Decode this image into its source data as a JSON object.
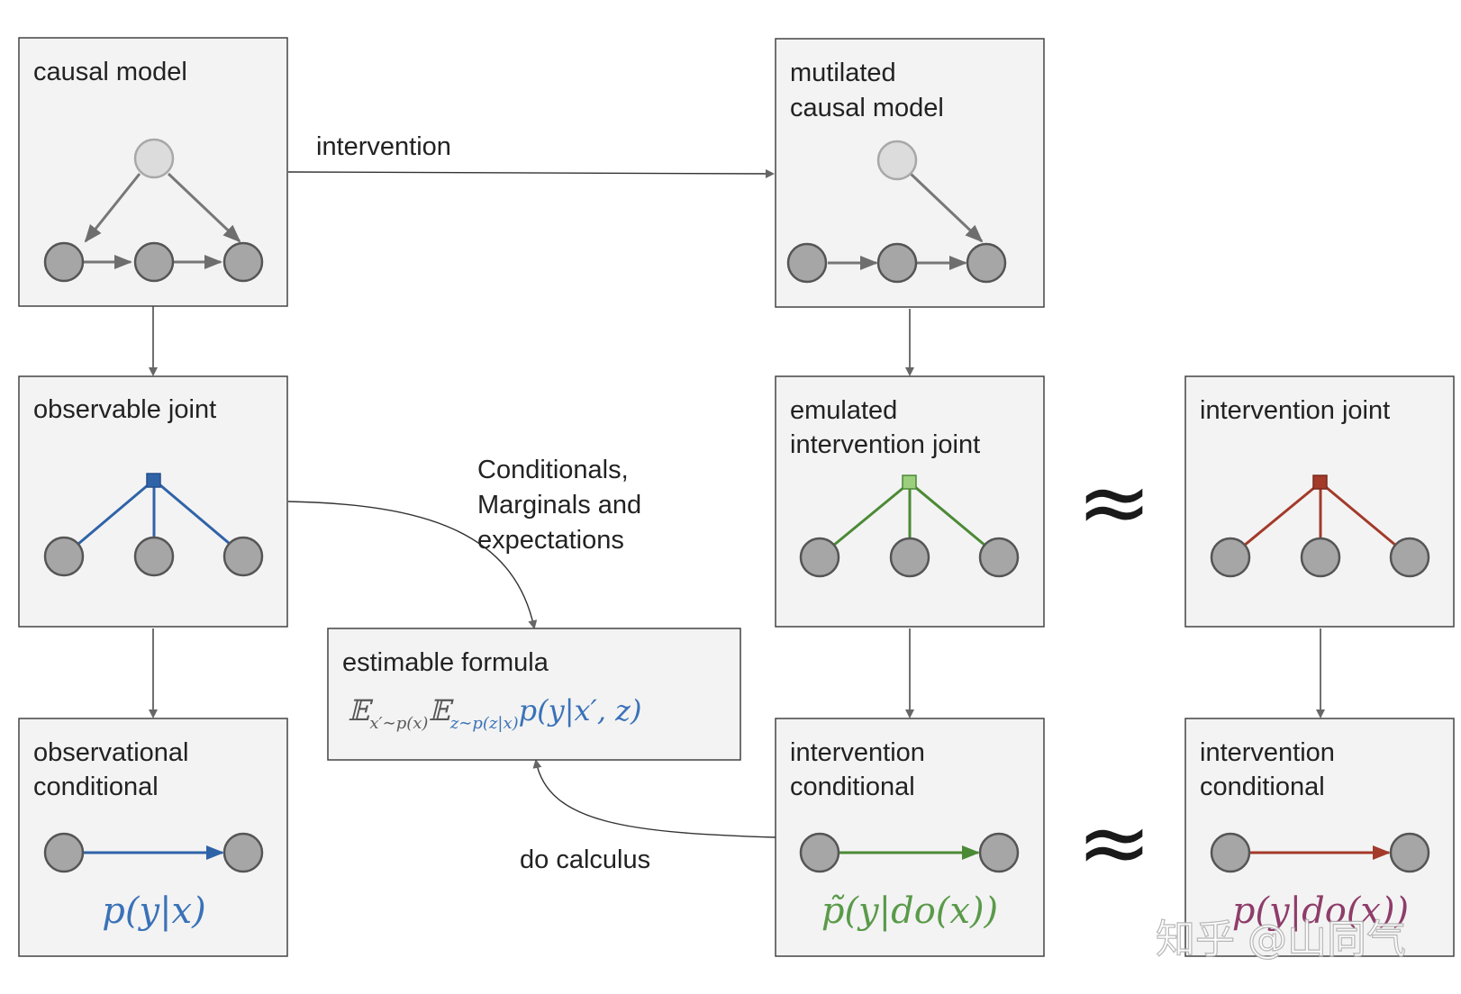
{
  "boxes": {
    "causal_model": {
      "line1": "causal model"
    },
    "mutilated": {
      "line1": "mutilated",
      "line2": "causal model"
    },
    "observable_joint": {
      "line1": "observable joint"
    },
    "emulated_joint": {
      "line1": "emulated",
      "line2": "intervention joint"
    },
    "intervention_joint": {
      "line1": "intervention joint"
    },
    "estimable_formula": {
      "line1": "estimable formula"
    },
    "observational_conditional": {
      "line1": "observational",
      "line2": "conditional",
      "formula": "p(y|x)"
    },
    "intervention_conditional_left": {
      "line1": "intervention",
      "line2": "conditional",
      "formula": "p̃(y|do(x))"
    },
    "intervention_conditional_right": {
      "line1": "intervention",
      "line2": "conditional",
      "formula": "p(y|do(x))"
    }
  },
  "formula": {
    "E1": "𝔼",
    "sub1": "x′∼p(x)",
    "E2": "𝔼",
    "sub2": "z∼p(z|x)",
    "tail": "p(y|x′, z)"
  },
  "edge_labels": {
    "intervention": "intervention",
    "cme_line1": "Conditionals,",
    "cme_line2": "Marginals and",
    "cme_line3": "expectations",
    "do_calculus": "do calculus"
  },
  "approx_symbol": "≈",
  "watermark": "知乎 @山同气",
  "colors": {
    "blue": "#2f63a8",
    "green": "#4b8a35",
    "red": "#a33a2a",
    "formula_blue": "#3a72b8",
    "formula_green": "#5a9a4a",
    "formula_purple": "#8e3d6a"
  }
}
